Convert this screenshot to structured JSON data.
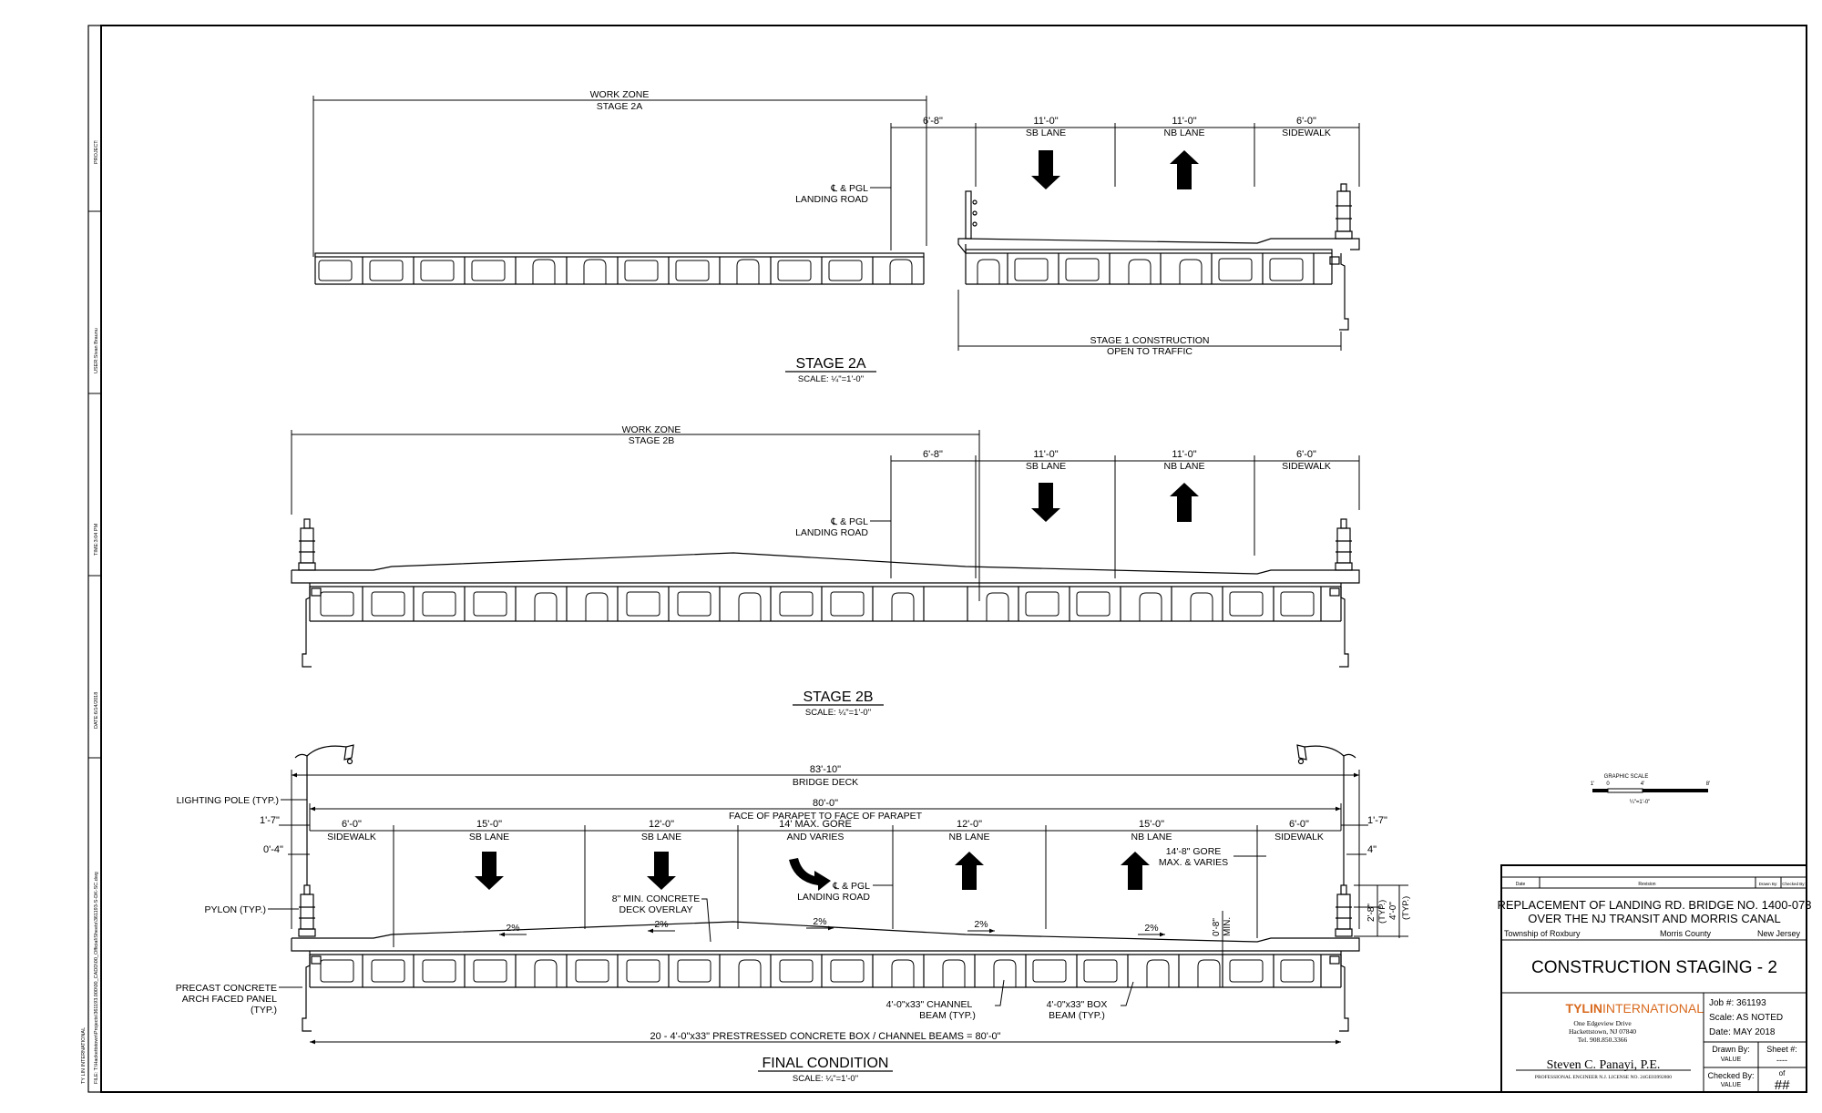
{
  "side_strip": {
    "project": "PROJECT:",
    "user": "USER:Sivan Braunu",
    "time": "TIME:3:04 PM",
    "date": "DATE:6/14/2018",
    "file": "FILE: T:\\Hackettstown\\Projects\\361193.000\\00_CADD\\00_Official\\Sheets\\361193-S-DK-SC.dwg",
    "company": "TY LIN INTERNATIONAL"
  },
  "dimension_labels": {
    "w_6_8": "6'-8\"",
    "w_11_0": "11'-0\"",
    "w_6_0": "6'-0\"",
    "w_15_0": "15'-0\"",
    "w_12_0": "12'-0\"",
    "w_83_10": "83'-10\"",
    "w_80_0": "80'-0\"",
    "w_1_7": "1'-7\"",
    "w_0_4": "0'-4\"",
    "w_4": "4\"",
    "w_2_8": "2'-8\"",
    "w_4_0": "4'-0\"",
    "typ": "(TYP.)",
    "w_0_8": "0'-8\"",
    "min": "MIN."
  },
  "stage_2a": {
    "title": "STAGE 2A",
    "scale": "SCALE: ¼\"=1'-0\"",
    "work_zone": "WORK ZONE",
    "work_zone_stage": "STAGE 2A",
    "sb_lane": "SB LANE",
    "nb_lane": "NB LANE",
    "sidewalk": "SIDEWALK",
    "cl_pgl": "℄ & PGL",
    "landing_road": "LANDING ROAD",
    "stage1_construction": "STAGE 1 CONSTRUCTION",
    "open_to_traffic": "OPEN TO TRAFFIC"
  },
  "stage_2b": {
    "title": "STAGE 2B",
    "scale": "SCALE: ¼\"=1'-0\"",
    "work_zone": "WORK ZONE",
    "work_zone_stage": "STAGE 2B",
    "sb_lane": "SB LANE",
    "nb_lane": "NB LANE",
    "sidewalk": "SIDEWALK",
    "cl_pgl": "℄ & PGL",
    "landing_road": "LANDING ROAD"
  },
  "final": {
    "title": "FINAL CONDITION",
    "scale": "SCALE: ¼\"=1'-0\"",
    "bridge_deck": "BRIDGE DECK",
    "face_parapet": "FACE OF PARAPET TO FACE OF PARAPET",
    "sidewalk": "SIDEWALK",
    "sb_lane": "SB LANE",
    "nb_lane": "NB LANE",
    "gore_dim": "14' MAX. GORE",
    "and_varies": "AND VARIES",
    "gore_right_1": "14'-8\" GORE",
    "gore_right_2": "MAX. & VARIES",
    "cl_pgl": "℄ & PGL",
    "landing_road": "LANDING ROAD",
    "overlay_1": "8\" MIN. CONCRETE",
    "overlay_2": "DECK OVERLAY",
    "slope": "2%",
    "lighting_pole": "LIGHTING POLE (TYP.)",
    "pylon": "PYLON (TYP.)",
    "precast_1": "PRECAST CONCRETE",
    "precast_2": "ARCH FACED PANEL",
    "precast_3": "(TYP.)",
    "channel_1": "4'-0\"x33\" CHANNEL",
    "channel_2": "BEAM (TYP.)",
    "box_1": "4'-0\"x33\" BOX",
    "box_2": "BEAM (TYP.)",
    "beams_note": "20 - 4'-0\"x33\" PRESTRESSED CONCRETE BOX / CHANNEL BEAMS = 80'-0\""
  },
  "graphic_scale": {
    "title": "GRAPHIC SCALE",
    "t0": "1'",
    "t1": "0",
    "t2": "4'",
    "t3": "8'",
    "ratio": "¼\"=1'-0\""
  },
  "title_block": {
    "col_date": "Date",
    "col_revision": "Revision",
    "col_drawn": "Drawn By:",
    "col_checked": "Checked By:",
    "project_line1": "REPLACEMENT OF LANDING RD. BRIDGE NO. 1400-073",
    "project_line2": "OVER THE NJ TRANSIT AND MORRIS CANAL",
    "township": "Township of Roxbury",
    "county": "Morris County",
    "state": "New Jersey",
    "sheet_title": "CONSTRUCTION STAGING - 2",
    "firm_bold": "TYLIN",
    "firm_rest": "INTERNATIONAL",
    "addr_1": "One Edgeview Drive",
    "addr_2": "Hackettstown, NJ 07840",
    "addr_3": "Tel. 908.850.3366",
    "job": "Job #: 361193",
    "scale": "Scale: AS NOTED",
    "date": "Date:  MAY 2018",
    "drawn_by": "Drawn By:",
    "drawn_val": "VALUE",
    "sheet_no": "Sheet #:",
    "sheet_dash": "----",
    "checked_by": "Checked By:",
    "checked_val": "VALUE",
    "of": "of",
    "hash": "##",
    "engineer": "Steven C. Panayi, P.E.",
    "license": "PROFESSIONAL ENGINEER N.J. LICENSE NO. 24GE03992800"
  }
}
